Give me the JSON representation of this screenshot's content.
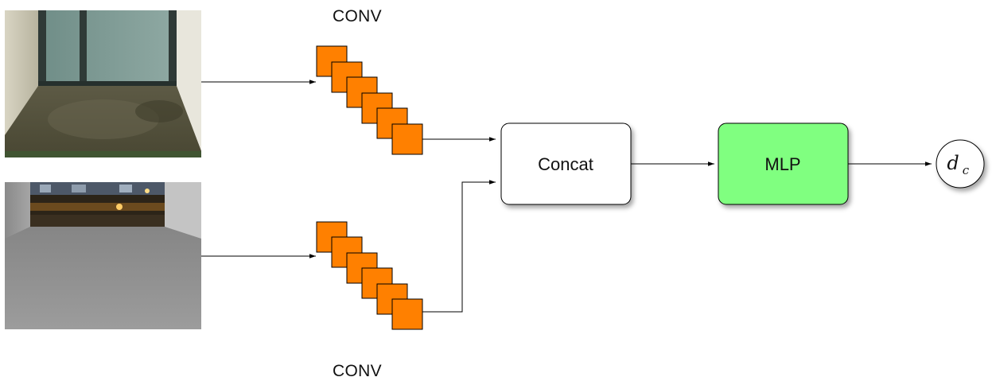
{
  "labels": {
    "conv_top": "CONV",
    "conv_bottom": "CONV",
    "concat": "Concat",
    "mlp": "MLP",
    "output_symbol": "d",
    "output_subscript": "c"
  },
  "colors": {
    "conv_block": "#ff8000",
    "mlp_fill": "#80ff80",
    "concat_fill": "#ffffff",
    "edge": "#000000"
  },
  "images": {
    "top": "photo-real-room-floor",
    "bottom": "photo-rendered-room-floor"
  }
}
